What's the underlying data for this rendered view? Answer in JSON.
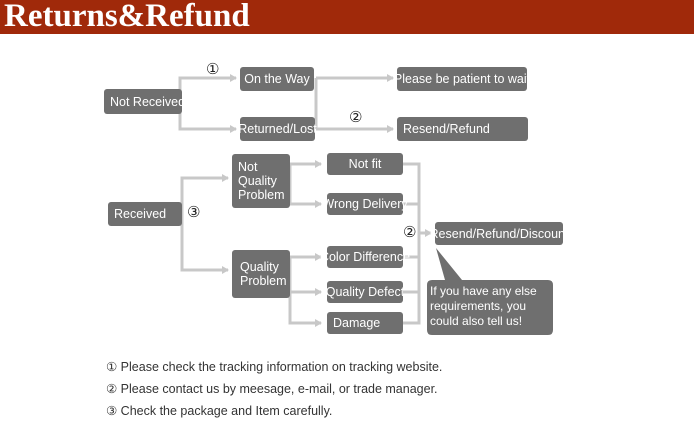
{
  "banner": {
    "title": "Returns&Refund"
  },
  "flow": {
    "not_received": "Not Received",
    "on_the_way": "On the Way",
    "returned_lost": "Returned/Lost",
    "be_patient": "Please be patient to wait",
    "resend_refund": "Resend/Refund",
    "received": "Received",
    "not_quality_problem": [
      "Not",
      "Quality",
      "Problem"
    ],
    "quality_problem": [
      "Quality",
      "Problem"
    ],
    "not_fit": "Not fit",
    "wrong_delivery": "Wrong Delivery",
    "color_difference": "Color Difference",
    "quality_defect": "Quality Defect",
    "damage": "Damage",
    "resend_refund_discount": "Resend/Refund/Discount",
    "bubble_text": "If you have any else requirements, you could also tell us!",
    "markers": {
      "one": "①",
      "two": "②",
      "three": "③"
    }
  },
  "notes": [
    "① Please check the tracking information on tracking website.",
    "② Please contact us by meesage, e-mail, or trade manager.",
    "③ Check the package and Item carefully."
  ],
  "colors": {
    "banner": "#a0290a",
    "box": "#6f6f6f",
    "connector": "#c8c8c8"
  }
}
